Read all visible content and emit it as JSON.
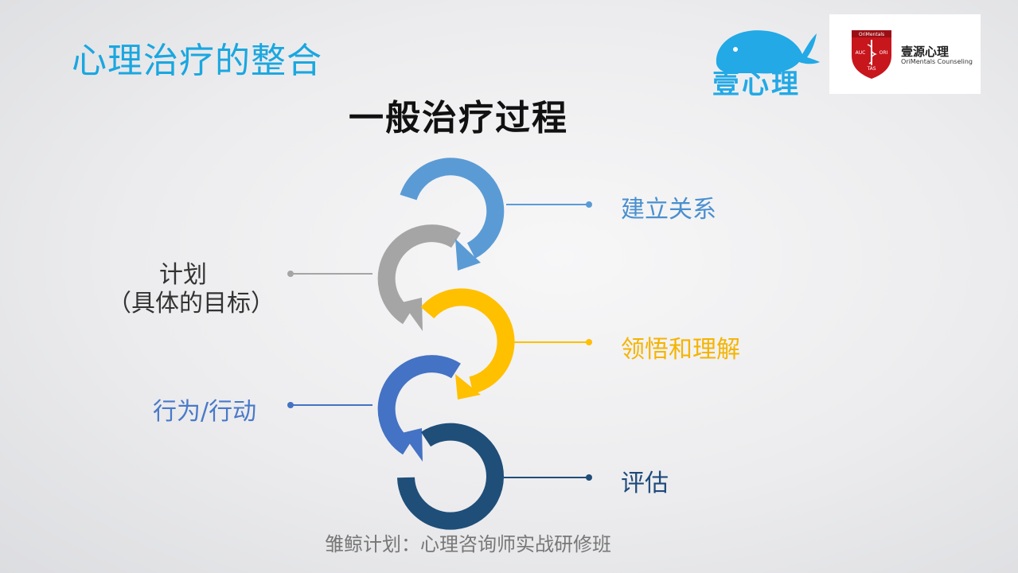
{
  "slide": {
    "title": "心理治疗的整合",
    "heading": "一般治疗过程",
    "footer": "雏鲸计划：心理咨询师实战研修班"
  },
  "steps": [
    {
      "label": "建立关系",
      "color": "#5b9bd5"
    },
    {
      "label_line1": "计划",
      "label_line2": "（具体的目标）",
      "color": "#a5a5a5"
    },
    {
      "label": "领悟和理解",
      "color": "#ffc000"
    },
    {
      "label": "行为/行动",
      "color": "#4472c4"
    },
    {
      "label": "评估",
      "color": "#1f4e79"
    }
  ],
  "logos": {
    "whale_text": "壹心理",
    "whale_icon": "whale-icon",
    "org_badge_top": "OriMentals",
    "org_badge_left": "AUC",
    "org_badge_right": "ORI",
    "org_badge_bottom": "TAS",
    "org_name_cn": "壹源心理",
    "org_name_en": "OriMentals Counseling"
  }
}
